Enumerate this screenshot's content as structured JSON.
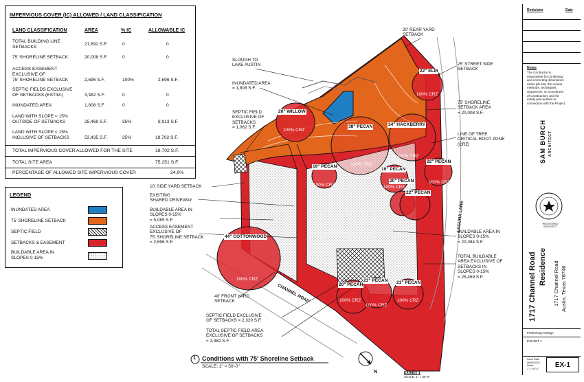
{
  "ic_table": {
    "title": "IMPERVIOUS COVER (IC) ALLOWED / LAND CLASSIFICATION",
    "headers": [
      "LAND CLASSIFICATION",
      "AREA",
      "% IC",
      "ALLOWABLE IC"
    ],
    "rows": [
      {
        "label": [
          "TOTAL BUILDING LINE",
          "SETBACKS"
        ],
        "area": "21,892 S.F.",
        "pct": "0",
        "allow": "0"
      },
      {
        "label": [
          "75' SHORELINE SETBACK"
        ],
        "area": "20,008 S.F.",
        "pct": "0",
        "allow": "0"
      },
      {
        "label": [
          "ACCESS EASEMENT",
          "EXCLUSIVE OF",
          "75' SHORELINE SETBACK"
        ],
        "area": "2,696 S.F.",
        "pct": "100%",
        "allow": "2,696 S.F."
      },
      {
        "label": [
          "SEPTIC FIELDS EXCLUSIVE",
          "OF SETBACKS (ESTIM.)"
        ],
        "area": "3,382 S.F.",
        "pct": "0",
        "allow": "0"
      },
      {
        "label": [
          "INUNDATED AREA"
        ],
        "area": "1,808 S.F.",
        "pct": "0",
        "allow": "0"
      },
      {
        "label": [
          "LAND WITH SLOPE < 15%",
          "OUTSIDE OF SETBACKS"
        ],
        "area": "25,469 S.F.",
        "pct": "35%",
        "allow": "8,913 S.F."
      },
      {
        "label": [
          "LAND WITH SLOPE < 15%",
          "INCLUSIVE OF SETBACKS"
        ],
        "area": "53,435 S.F.",
        "pct": "35%",
        "allow": "18,702 S.F."
      }
    ],
    "total_ic_label": "TOTAL IMPERVIOUS COVER ALLOWED FOR THE SITE",
    "total_ic_value": "18,702 S.F.",
    "total_site_label": "TOTAL SITE AREA",
    "total_site_value": "75,251 S.F.",
    "pct_label": "PERCENTAGE OF ALLOWED SITE IMPERVIOUS COVER",
    "pct_value": "24.9%"
  },
  "legend": {
    "title": "LEGEND",
    "items": [
      {
        "label": [
          "INUNDATED AREA"
        ],
        "kind": "inundated"
      },
      {
        "label": [
          "75' SHORELINE SETBACK"
        ],
        "kind": "shoreline"
      },
      {
        "label": [
          "SEPTIC FIELD"
        ],
        "kind": "septic"
      },
      {
        "label": [
          "SETBACKS & EASEMENT"
        ],
        "kind": "setback"
      },
      {
        "label": [
          "BUILDABLE AREA IN",
          "SLOPES 0-15%"
        ],
        "kind": "buildable"
      }
    ]
  },
  "colors": {
    "setback_red": "#d9252a",
    "shoreline_orange": "#e2661b",
    "inundated_blue": "#1f7fc2",
    "line": "#111111"
  },
  "callouts": {
    "rear_setback": [
      "20' REAR YARD",
      "SETBACK"
    ],
    "slough": [
      "SLOUGH TO",
      "LAKE AUSTIN"
    ],
    "inundated": [
      "INUNDATED AREA",
      "= 1,808 S.F."
    ],
    "septic_1062": [
      "SEPTIC FIELD",
      "EXCLUSIVE OF",
      "SETBACKS",
      "= 1,062 S.F."
    ],
    "street_side": [
      "25' STREET SIDE",
      "SETBACK"
    ],
    "shoreline_area": [
      "75' SHORELINE",
      "SETBACK AREA",
      "= 20,008 S.F."
    ],
    "crz": [
      "LINE OF TREE",
      "CRITICAL ROOT ZONE",
      "(CRZ)"
    ],
    "side_yard": [
      "10' SIDE YARD SETBACK"
    ],
    "shared_drive": [
      "EXISTING",
      "SHARED DRIVEWAY"
    ],
    "buildable_5085": [
      "BUILDABLE AREA IN",
      "SLOPES 0-15%",
      "= 5,085 S.F."
    ],
    "access_easement": [
      "ACCESS EASEMENT",
      "EXCLUSIVE OF",
      "75' SHORELINE SETBACK",
      "= 2,696 S.F."
    ],
    "buildable_20384": [
      "BUILDABLE AREA IN",
      "SLOPES 0-15%",
      "= 20,384 S.F."
    ],
    "total_buildable": [
      "TOTAL BUILDABLE",
      "AREA EXCLUSIVE OF",
      "SETBACKS IN",
      "SLOPES 0-15%",
      "= 25,469 S.F."
    ],
    "front_setback": [
      "40' FRONT YARD",
      "SETBACK"
    ],
    "septic_2320": [
      "SEPTIC FIELD EXCLUSIVE",
      "OF SETBACKS = 2,320 S.F."
    ],
    "total_septic": [
      "TOTAL SEPTIC FIELD AREA",
      "EXCLUSIVE OF SETBACKS",
      "= 3,382 S.F."
    ]
  },
  "streets": {
    "channel_road": "CHANNEL ROAD",
    "laguna_lane": "LAGUNA LANE"
  },
  "trees": [
    {
      "name": "22\" ELM",
      "crz": "100% CRZ"
    },
    {
      "name": "26\" WILLOW",
      "crz": "100% CRZ"
    },
    {
      "name": "38\" PECAN",
      "crz": "100% CRZ"
    },
    {
      "name": "34\" HACKBERRY",
      "crz": "100% CRZ"
    },
    {
      "name": "19\" PECAN",
      "crz": "100% CRZ"
    },
    {
      "name": "19\" PECAN",
      "crz": "100% CRZ"
    },
    {
      "name": "22\" PECAN",
      "crz": "100% CRZ"
    },
    {
      "name": "20\" PECAN",
      "crz": ""
    },
    {
      "name": "22\" PECAN",
      "crz": ""
    },
    {
      "name": "44\" COTTONWOOD",
      "crz": "100% CRZ"
    },
    {
      "name": "20\" PECAN",
      "crz": "100% CRZ"
    },
    {
      "name": "23\" PECAN",
      "crz": "100% CRZ"
    },
    {
      "name": "21\" PECAN",
      "crz": "100% CRZ"
    }
  ],
  "drawing_title": {
    "number": "1",
    "title": "Conditions with 75' Shoreline Setback",
    "scale": "SCALE:  1\" = 50'-0\""
  },
  "north": "N",
  "exhibit_note": {
    "title": "EXHIBIT 1",
    "scale": "SCALE: 1\" = 50'-0\""
  },
  "title_block": {
    "revisions": "Revisions",
    "date": "Date",
    "notes_title": "Notes",
    "notes": [
      "The Contractor is",
      "responsible for confirming",
      "and correcting dimensions",
      "at the job site; the means,",
      "methods, techniques,",
      "sequences, or procedures",
      "of construction; and for",
      "safety precautions in",
      "connection with the Project."
    ],
    "firm": "SAM BURCH",
    "firm_sub": "ARCHITECT",
    "seal_text": "REGISTERED ARCHITECT",
    "project_name": [
      "1717 Channel Road",
      "Residence"
    ],
    "address": [
      "1717 Channel Road",
      "Austin, Texas 78746"
    ],
    "phase": "Preliminary Design",
    "exhibit": "EXHIBIT 1",
    "issue_label": "Issue Date",
    "issue_date": "08/06/2021",
    "scale_label": "Scale",
    "scale_value": "1\" = 50'-0\"",
    "sheet": "EX-1"
  }
}
